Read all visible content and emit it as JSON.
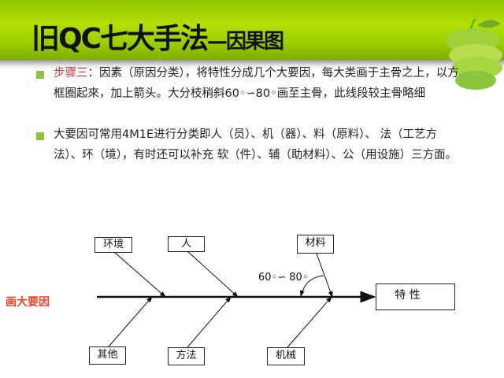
{
  "title": {
    "main": "旧QC七大手法",
    "sub": "—因果图"
  },
  "bullets": [
    {
      "highlight": "步骤三",
      "text": "：因素（原因分类），将特性分成几个大要因，每大类画于主骨之上，以方框圈起來，加上箭头。大分枝稍斜60◦∽80◦画至主骨，此线段较主骨略细"
    },
    {
      "text": "大要因可常用4M1E进行分类即人（员）、机（器）、料（原料）、 法（工艺方法）、环（境），有时还可以补充 软（件）、辅（助材料）、公（用设施）三方面。"
    }
  ],
  "diagram": {
    "side_label": "画大要因",
    "effect": "特 性",
    "angle_label": "60◦∽ 80◦",
    "top_causes": [
      "环境",
      "人",
      "材料"
    ],
    "bottom_causes": [
      "其他",
      "方法",
      "机械"
    ]
  },
  "colors": {
    "accent_green": "#8cc63f",
    "highlight_red": "#d0333a",
    "side_label": "#e8452a"
  }
}
